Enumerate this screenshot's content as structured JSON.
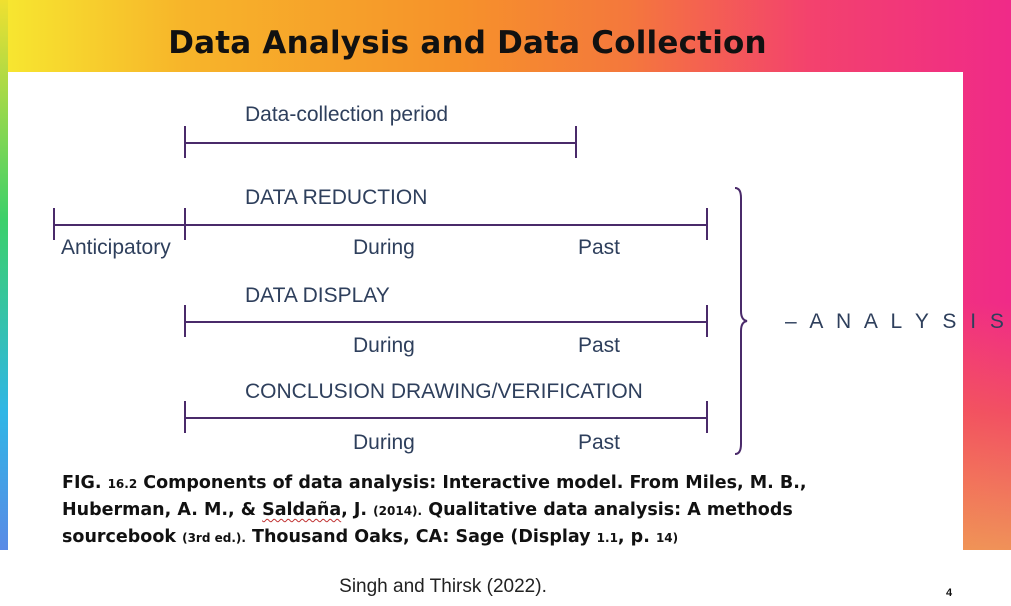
{
  "slide": {
    "title": "Data Analysis and Data Collection",
    "page_number": "4",
    "citation": "Singh and Thirsk (2022)."
  },
  "diagram": {
    "collection_period_label": "Data-collection period",
    "anticipatory_label": "Anticipatory",
    "analysis_label": "– A N A L Y S I S",
    "rows": [
      {
        "heading": "DATA REDUCTION",
        "during": "During",
        "past": "Past"
      },
      {
        "heading": "DATA DISPLAY",
        "during": "During",
        "past": "Past"
      },
      {
        "heading": "CONCLUSION DRAWING/VERIFICATION",
        "during": "During",
        "past": "Past"
      }
    ]
  },
  "caption": {
    "fig": "FIG.",
    "fig_number": "16.2",
    "text1": "Components of data analysis: Interactive model. From Miles, M. B., Huberman, A. M., &",
    "author_saldana": "Saldaña",
    "text2": ", J.",
    "year": "(2014).",
    "text3": "Qualitative data analysis: A methods sourcebook",
    "edition_open": "(3",
    "edition_rest": "rd ed.).",
    "text4": "Thousand Oaks, CA: Sage",
    "display_open": "(Display",
    "display_num": "1.1",
    "text5": ", p.",
    "page": "14)"
  },
  "colors": {
    "line": "#4a2a6a",
    "label": "#2e3f5c"
  }
}
